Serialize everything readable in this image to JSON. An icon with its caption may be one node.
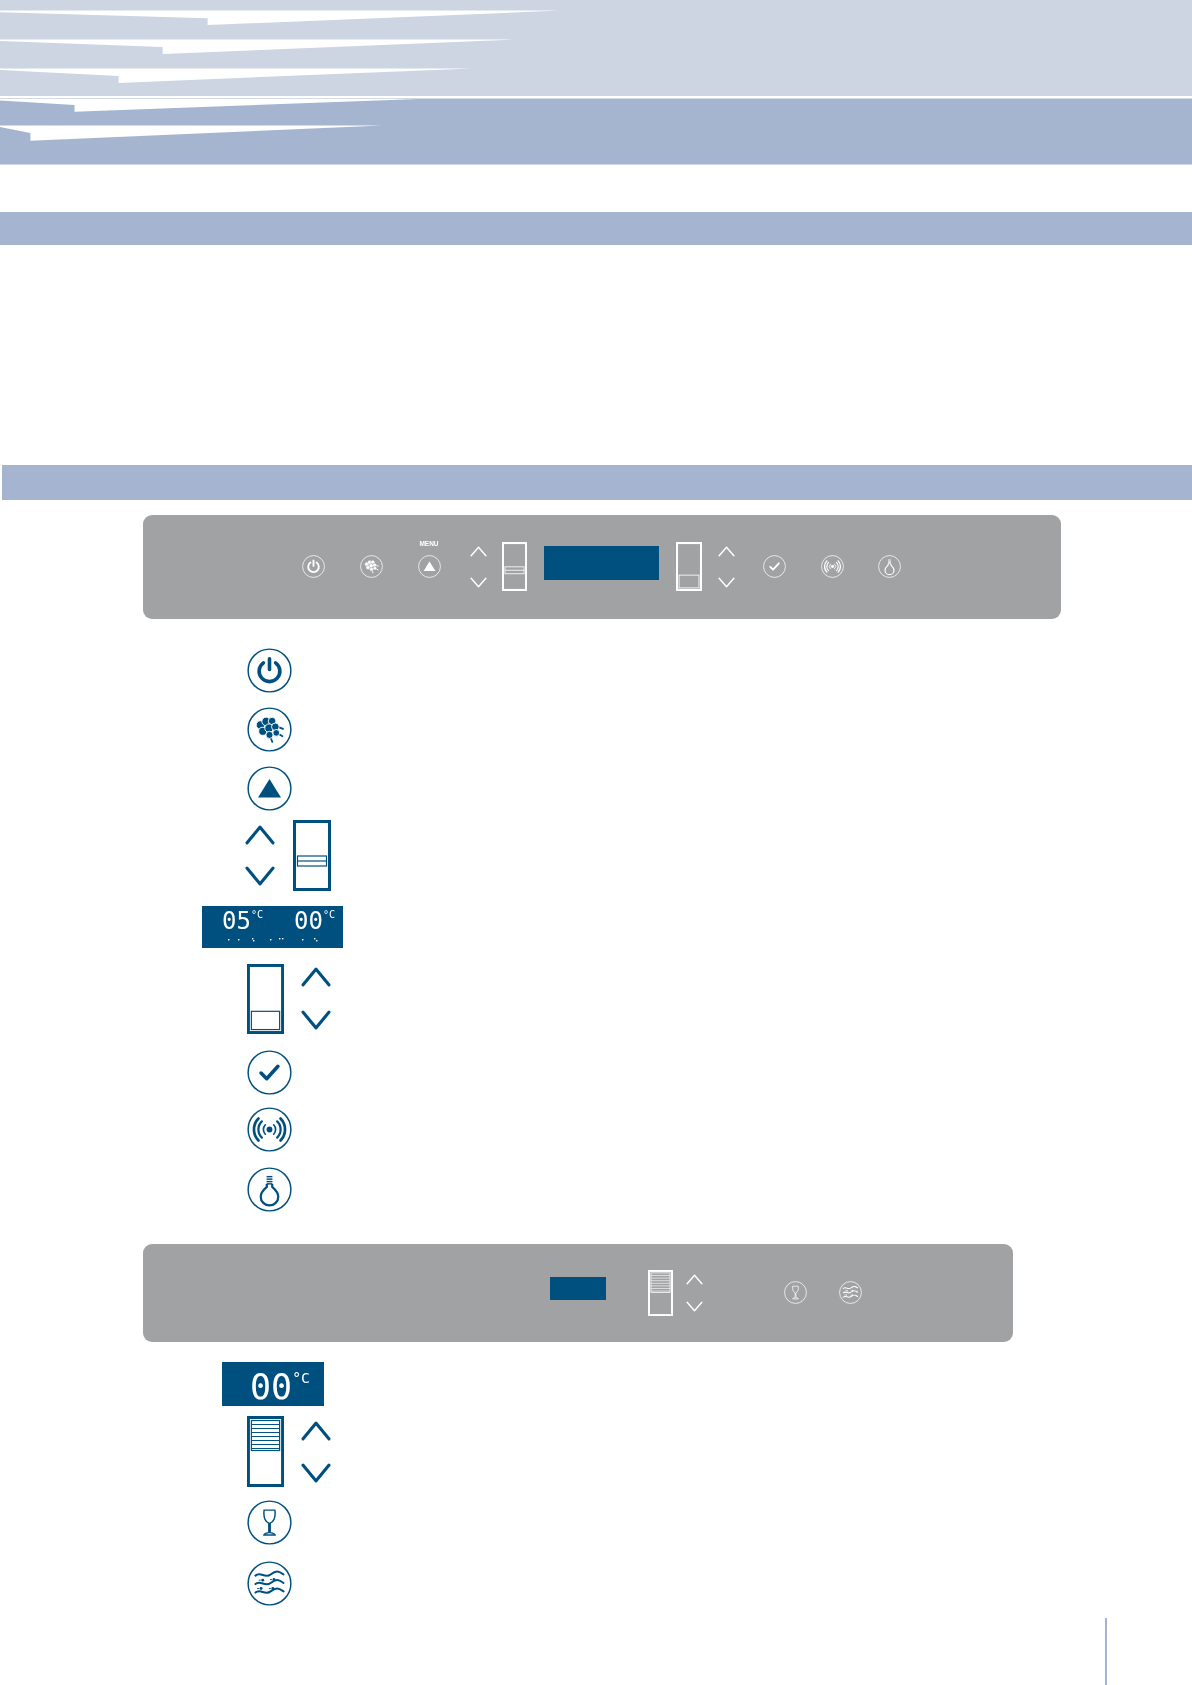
{
  "diagram": {
    "nodes": [
      {
        "text": [],
        "shape": "bar"
      },
      {
        "text": [],
        "shape": "bar"
      },
      {
        "text": [],
        "shape": "box"
      },
      {
        "text": [],
        "shape": "box"
      }
    ],
    "labels": [
      "MENU",
      "05$^{°C}$",
      "00$^{°C}$",
      "00$^{°C}$"
    ]
  }
}
